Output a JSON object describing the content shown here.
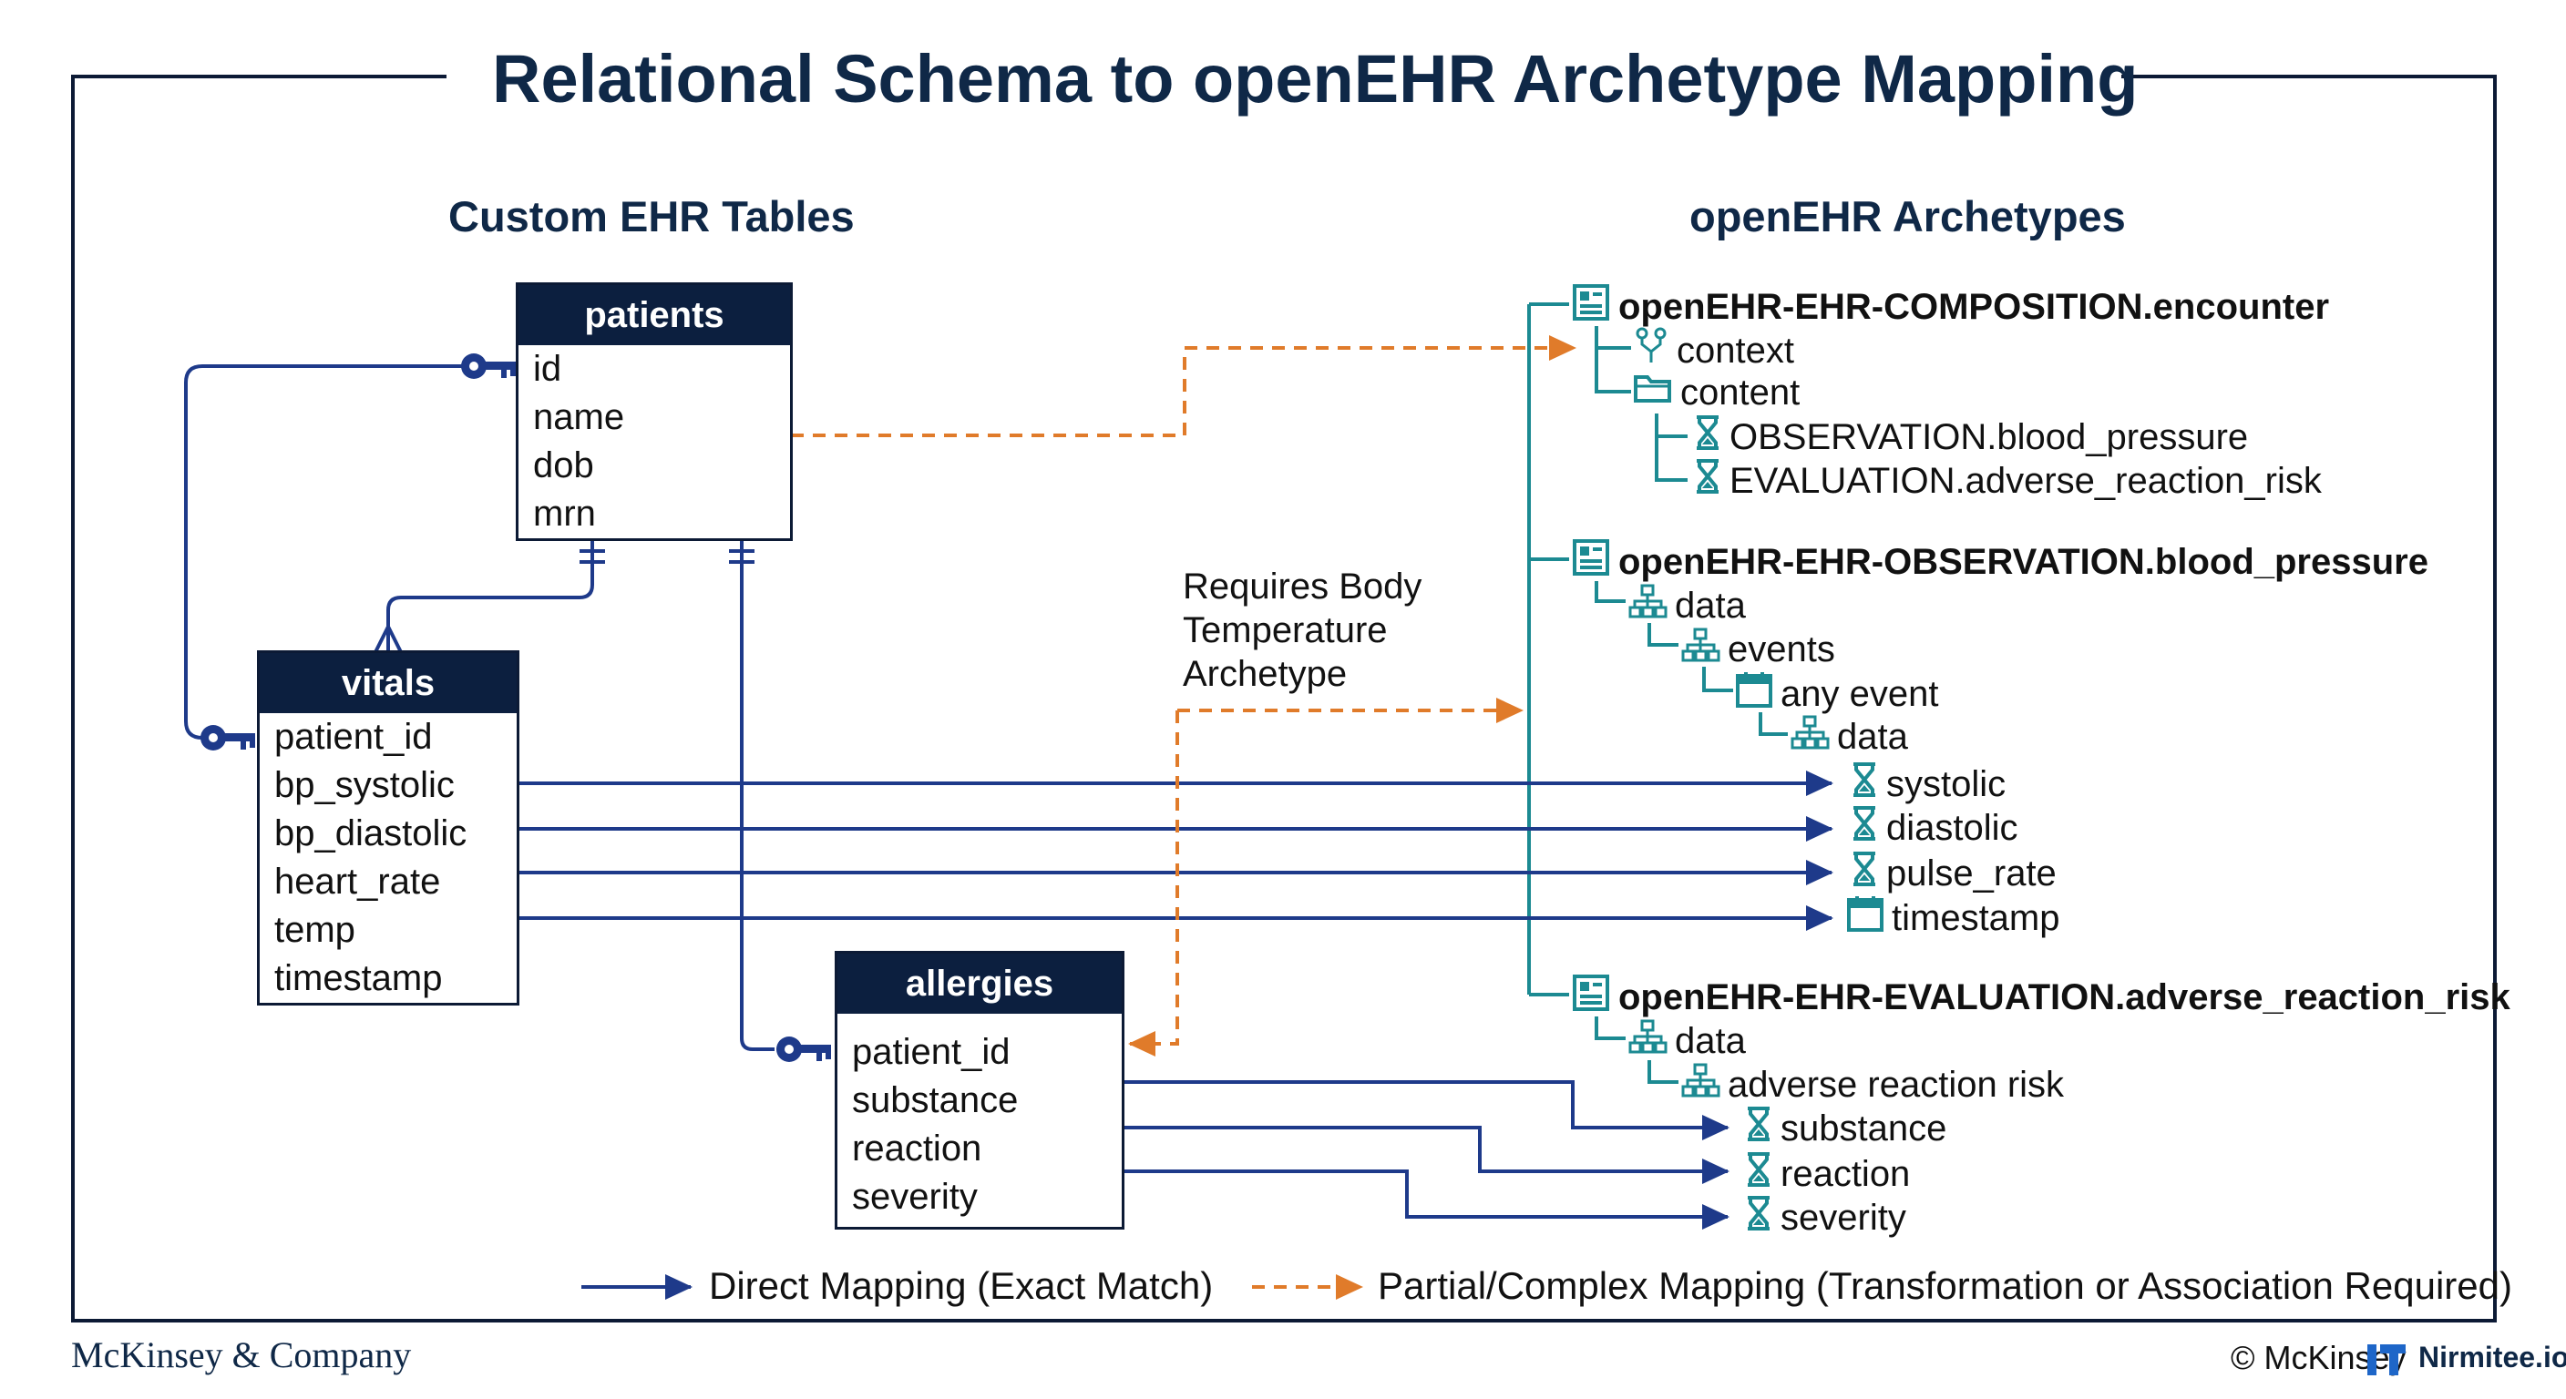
{
  "title": "Relational Schema to openEHR Archetype Mapping",
  "left_heading": "Custom EHR Tables",
  "right_heading": "openEHR Archetypes",
  "tables": {
    "patients": {
      "name": "patients",
      "fields": [
        "id",
        "name",
        "dob",
        "mrn"
      ]
    },
    "vitals": {
      "name": "vitals",
      "fields": [
        "patient_id",
        "bp_systolic",
        "bp_diastolic",
        "heart_rate",
        "temp",
        "timestamp"
      ]
    },
    "allergies": {
      "name": "allergies",
      "fields": [
        "patient_id",
        "substance",
        "reaction",
        "severity"
      ]
    }
  },
  "archetypes": {
    "composition": {
      "root": "openEHR-EHR-COMPOSITION.encounter",
      "nodes": [
        "context",
        "content",
        "OBSERVATION.blood_pressure",
        "EVALUATION.adverse_reaction_risk"
      ]
    },
    "observation": {
      "root": "openEHR-EHR-OBSERVATION.blood_pressure",
      "nodes": [
        "data",
        "events",
        "any event",
        "data",
        "systolic",
        "diastolic",
        "pulse_rate",
        "timestamp"
      ]
    },
    "evaluation": {
      "root": "openEHR-EHR-EVALUATION.adverse_reaction_risk",
      "nodes": [
        "data",
        "adverse reaction risk",
        "substance",
        "reaction",
        "severity"
      ]
    }
  },
  "note": [
    "Requires Body",
    "Temperature",
    "Archetype"
  ],
  "legend": {
    "direct": "Direct Mapping (Exact Match)",
    "partial": "Partial/Complex Mapping (Transformation or Association Required)"
  },
  "footer": {
    "left_brand": "McKinsey & Company",
    "copyright": "© McKinsey",
    "right_brand": "Nirmitee.io"
  },
  "colors": {
    "direct": "#1e3a8a",
    "partial": "#e07b2a",
    "tree": "#1c8a92",
    "table_header": "#0c1f3f"
  }
}
